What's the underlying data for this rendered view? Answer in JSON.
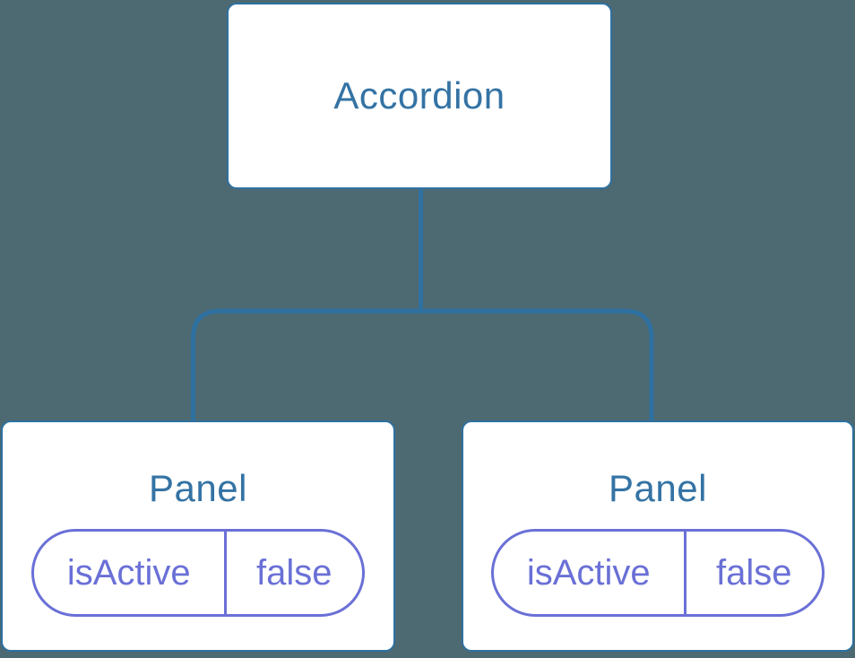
{
  "colors": {
    "bg": "#4D6972",
    "fill": "#FFFFFF",
    "line": "#2E71A1",
    "text": "#3473A4",
    "purple": "#6A70D6"
  },
  "tree": {
    "root": {
      "label": "Accordion"
    },
    "children": [
      {
        "label": "Panel",
        "state": {
          "key": "isActive",
          "value": "false"
        }
      },
      {
        "label": "Panel",
        "state": {
          "key": "isActive",
          "value": "false"
        }
      }
    ]
  }
}
